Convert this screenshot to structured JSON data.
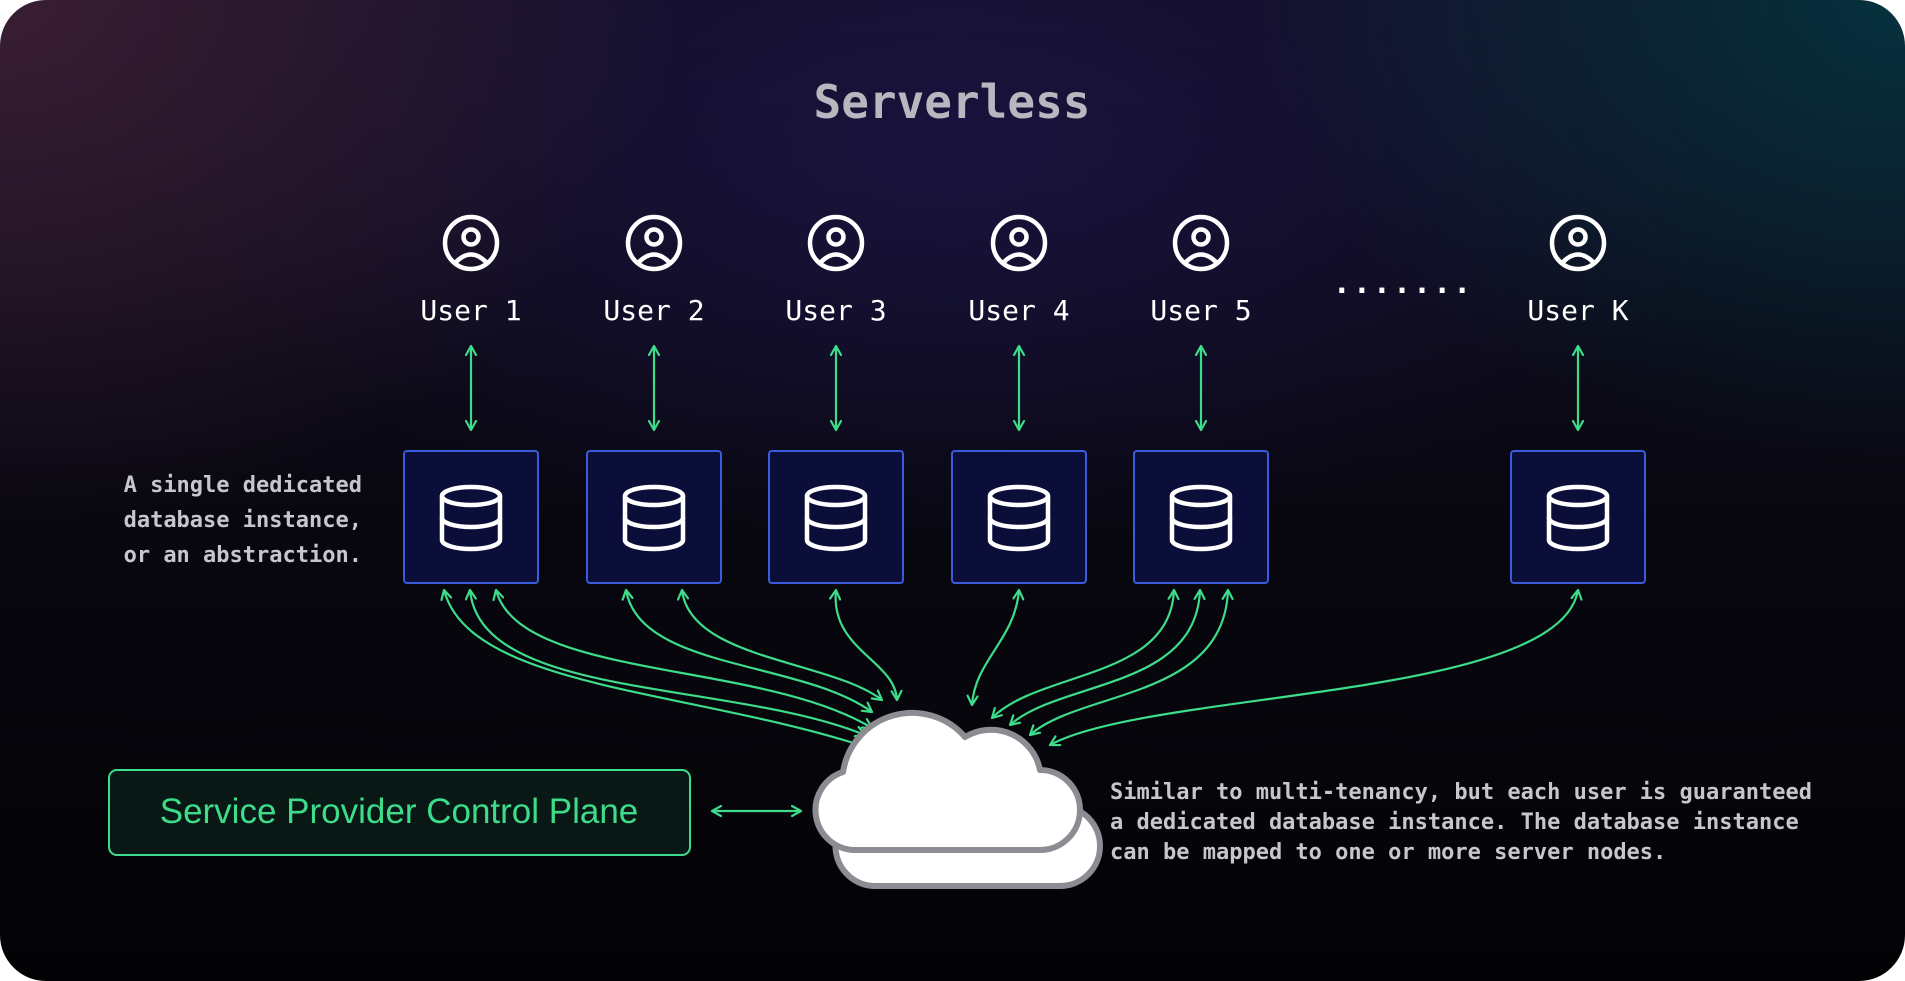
{
  "title": "Serverless",
  "users": [
    {
      "label": "User 1",
      "icon": "user-circle-icon"
    },
    {
      "label": "User 2",
      "icon": "user-circle-icon"
    },
    {
      "label": "User 3",
      "icon": "user-circle-icon"
    },
    {
      "label": "User 4",
      "icon": "user-circle-icon"
    },
    {
      "label": "User 5",
      "icon": "user-circle-icon"
    },
    {
      "label": "User K",
      "icon": "user-circle-icon"
    }
  ],
  "ellipsis": ".......",
  "db_icon": "database-icon",
  "cloud_icon": "cloud-icon",
  "left_note": [
    "A single dedicated",
    "database instance,",
    "or an abstraction."
  ],
  "control_plane": "Service Provider Control Plane",
  "right_note": [
    "Similar to multi-tenancy, but each user is guaranteed",
    "a dedicated database instance. The database instance",
    "can be mapped to one or more server nodes."
  ],
  "colors": {
    "arrow": "#3ddc8a",
    "db_border": "#3a5cdc",
    "db_fill": "#0b0e38",
    "title": "#b9b6bf",
    "note": "#c8c6cc",
    "icon": "#ffffff"
  }
}
